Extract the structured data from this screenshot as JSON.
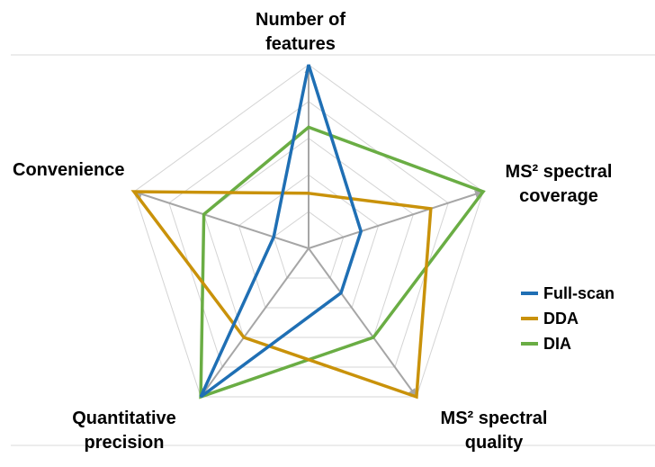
{
  "chart_data": {
    "type": "radar",
    "axes": [
      {
        "label_lines": [
          "Number of",
          "features"
        ]
      },
      {
        "label_lines": [
          "MS² spectral",
          "coverage"
        ]
      },
      {
        "label_lines": [
          "MS² spectral",
          "quality"
        ]
      },
      {
        "label_lines": [
          "Quantitative",
          "precision"
        ]
      },
      {
        "label_lines": [
          "Convenience"
        ]
      }
    ],
    "range": [
      0,
      5
    ],
    "grid_levels": 5,
    "grid": true,
    "legend_position": "right",
    "series": [
      {
        "name": "Full-scan",
        "color": "#1f6fb4",
        "values": [
          5,
          1.5,
          1.5,
          5,
          1.0
        ]
      },
      {
        "name": "DDA",
        "color": "#c9920a",
        "values": [
          1.5,
          3.5,
          5,
          3,
          5
        ]
      },
      {
        "name": "DIA",
        "color": "#6aad44",
        "values": [
          3.3,
          5,
          3,
          5,
          3
        ]
      }
    ]
  }
}
